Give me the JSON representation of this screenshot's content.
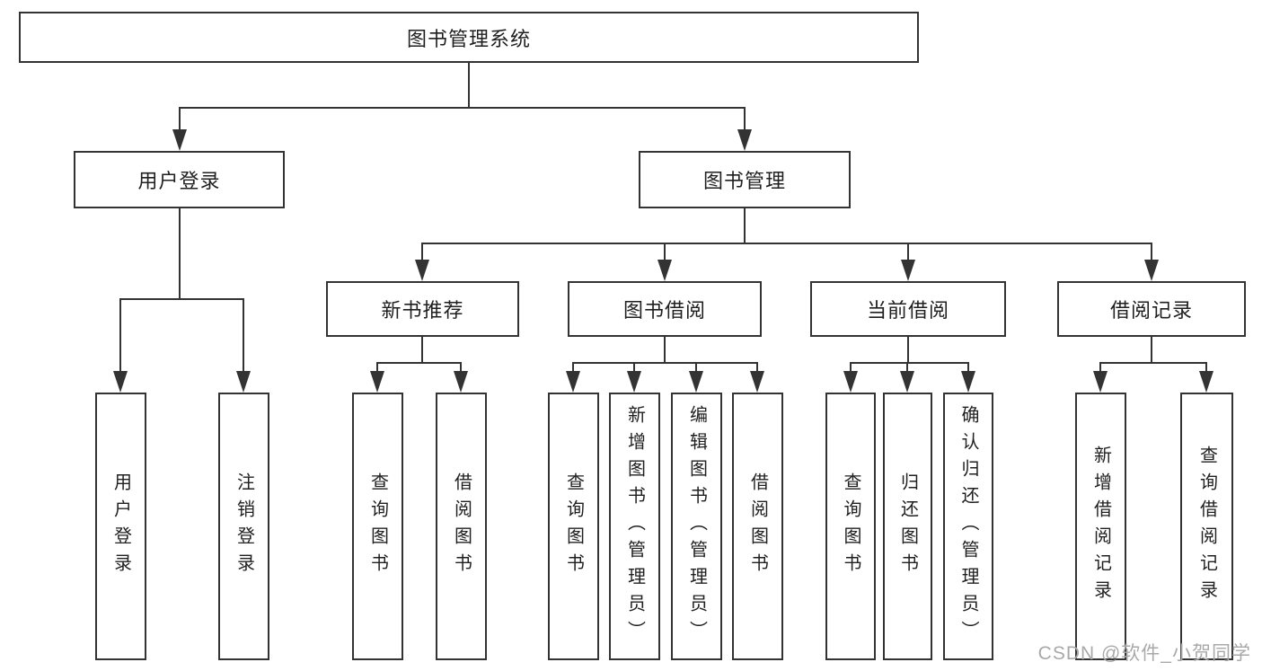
{
  "colors": {
    "line": "#333333",
    "text": "#1f1f1f",
    "watermark": "#a9a9a9",
    "background": "#ffffff"
  },
  "watermark": {
    "text": "CSDN @软件_小贺同学"
  },
  "tree": {
    "label": "图书管理系统",
    "children": [
      {
        "label": "用户登录",
        "children": [
          {
            "label": "用户登录"
          },
          {
            "label": "注销登录"
          }
        ]
      },
      {
        "label": "图书管理",
        "children": [
          {
            "label": "新书推荐",
            "children": [
              {
                "label": "查询图书"
              },
              {
                "label": "借阅图书"
              }
            ]
          },
          {
            "label": "图书借阅",
            "children": [
              {
                "label": "查询图书"
              },
              {
                "label": "新增图书（管理员）"
              },
              {
                "label": "编辑图书（管理员）"
              },
              {
                "label": "借阅图书"
              }
            ]
          },
          {
            "label": "当前借阅",
            "children": [
              {
                "label": "查询图书"
              },
              {
                "label": "归还图书"
              },
              {
                "label": "确认归还（管理员）"
              }
            ]
          },
          {
            "label": "借阅记录",
            "children": [
              {
                "label": "新增借阅记录"
              },
              {
                "label": "查询借阅记录"
              }
            ]
          }
        ]
      }
    ]
  }
}
